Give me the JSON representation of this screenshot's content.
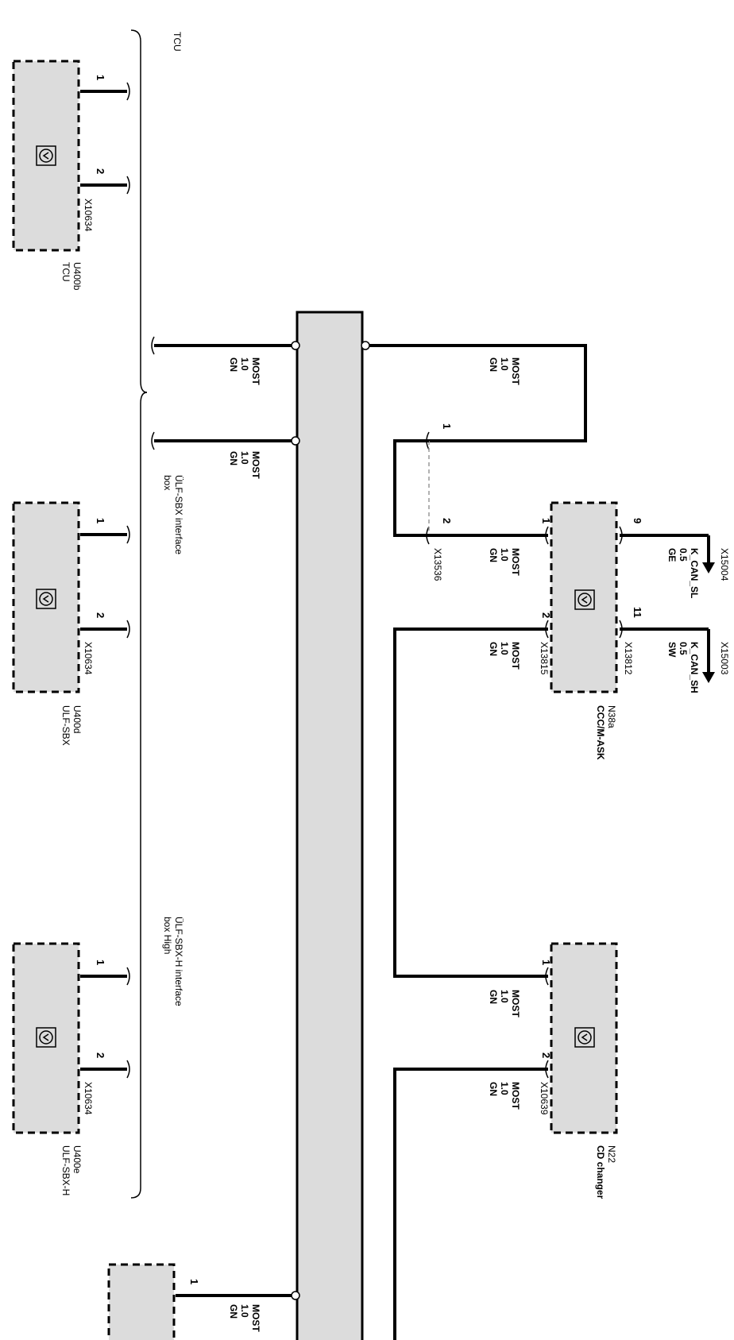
{
  "components": {
    "tcu": {
      "id": "U400b",
      "name": "TCU",
      "connector": "X10634",
      "pin_a": "1",
      "pin_b": "2"
    },
    "ulf_sbx": {
      "id": "U400d",
      "name": "ULF-SBX",
      "connector": "X10634",
      "pin_a": "1",
      "pin_b": "2"
    },
    "ulf_sbx_h": {
      "id": "U400e",
      "name": "ULF-SBX-H",
      "connector": "X10634",
      "pin_a": "1",
      "pin_b": "2"
    },
    "ccc": {
      "id": "N38a",
      "name": "CCC/M-ASK",
      "connector_left": "X13815",
      "connector_right": "X13812",
      "pin_1": "1",
      "pin_2": "2",
      "pin_9": "9",
      "pin_11": "11"
    },
    "cd_changer": {
      "id": "N22",
      "name": "CD changer",
      "connector": "X10639",
      "pin_1": "1",
      "pin_2": "2"
    },
    "bottom_unit": {
      "pin": "1"
    }
  },
  "groups": {
    "tcu": "TCU",
    "ulf_sbx_line1": "ÜLF-SBX interface",
    "ulf_sbx_line2": "box",
    "ulf_sbx_h_line1": "ÜLF-SBX-H interface",
    "ulf_sbx_h_line2": "box High"
  },
  "connectors": {
    "x13536": "X13536",
    "x13536_pin1": "1",
    "x13536_pin2": "2",
    "x15004": "X15004",
    "x15003": "X15003"
  },
  "wires": {
    "most": {
      "type": "MOST",
      "size": "1.0",
      "color": "GN"
    },
    "k_can_sl": {
      "name": "K_CAN_SL",
      "size": "0.5",
      "color": "GE"
    },
    "k_can_sh": {
      "name": "K_CAN_SH",
      "size": "0.5",
      "color": "SW"
    }
  },
  "icons": {
    "component": "speaker-icon",
    "ground": "arrow-down-icon"
  }
}
